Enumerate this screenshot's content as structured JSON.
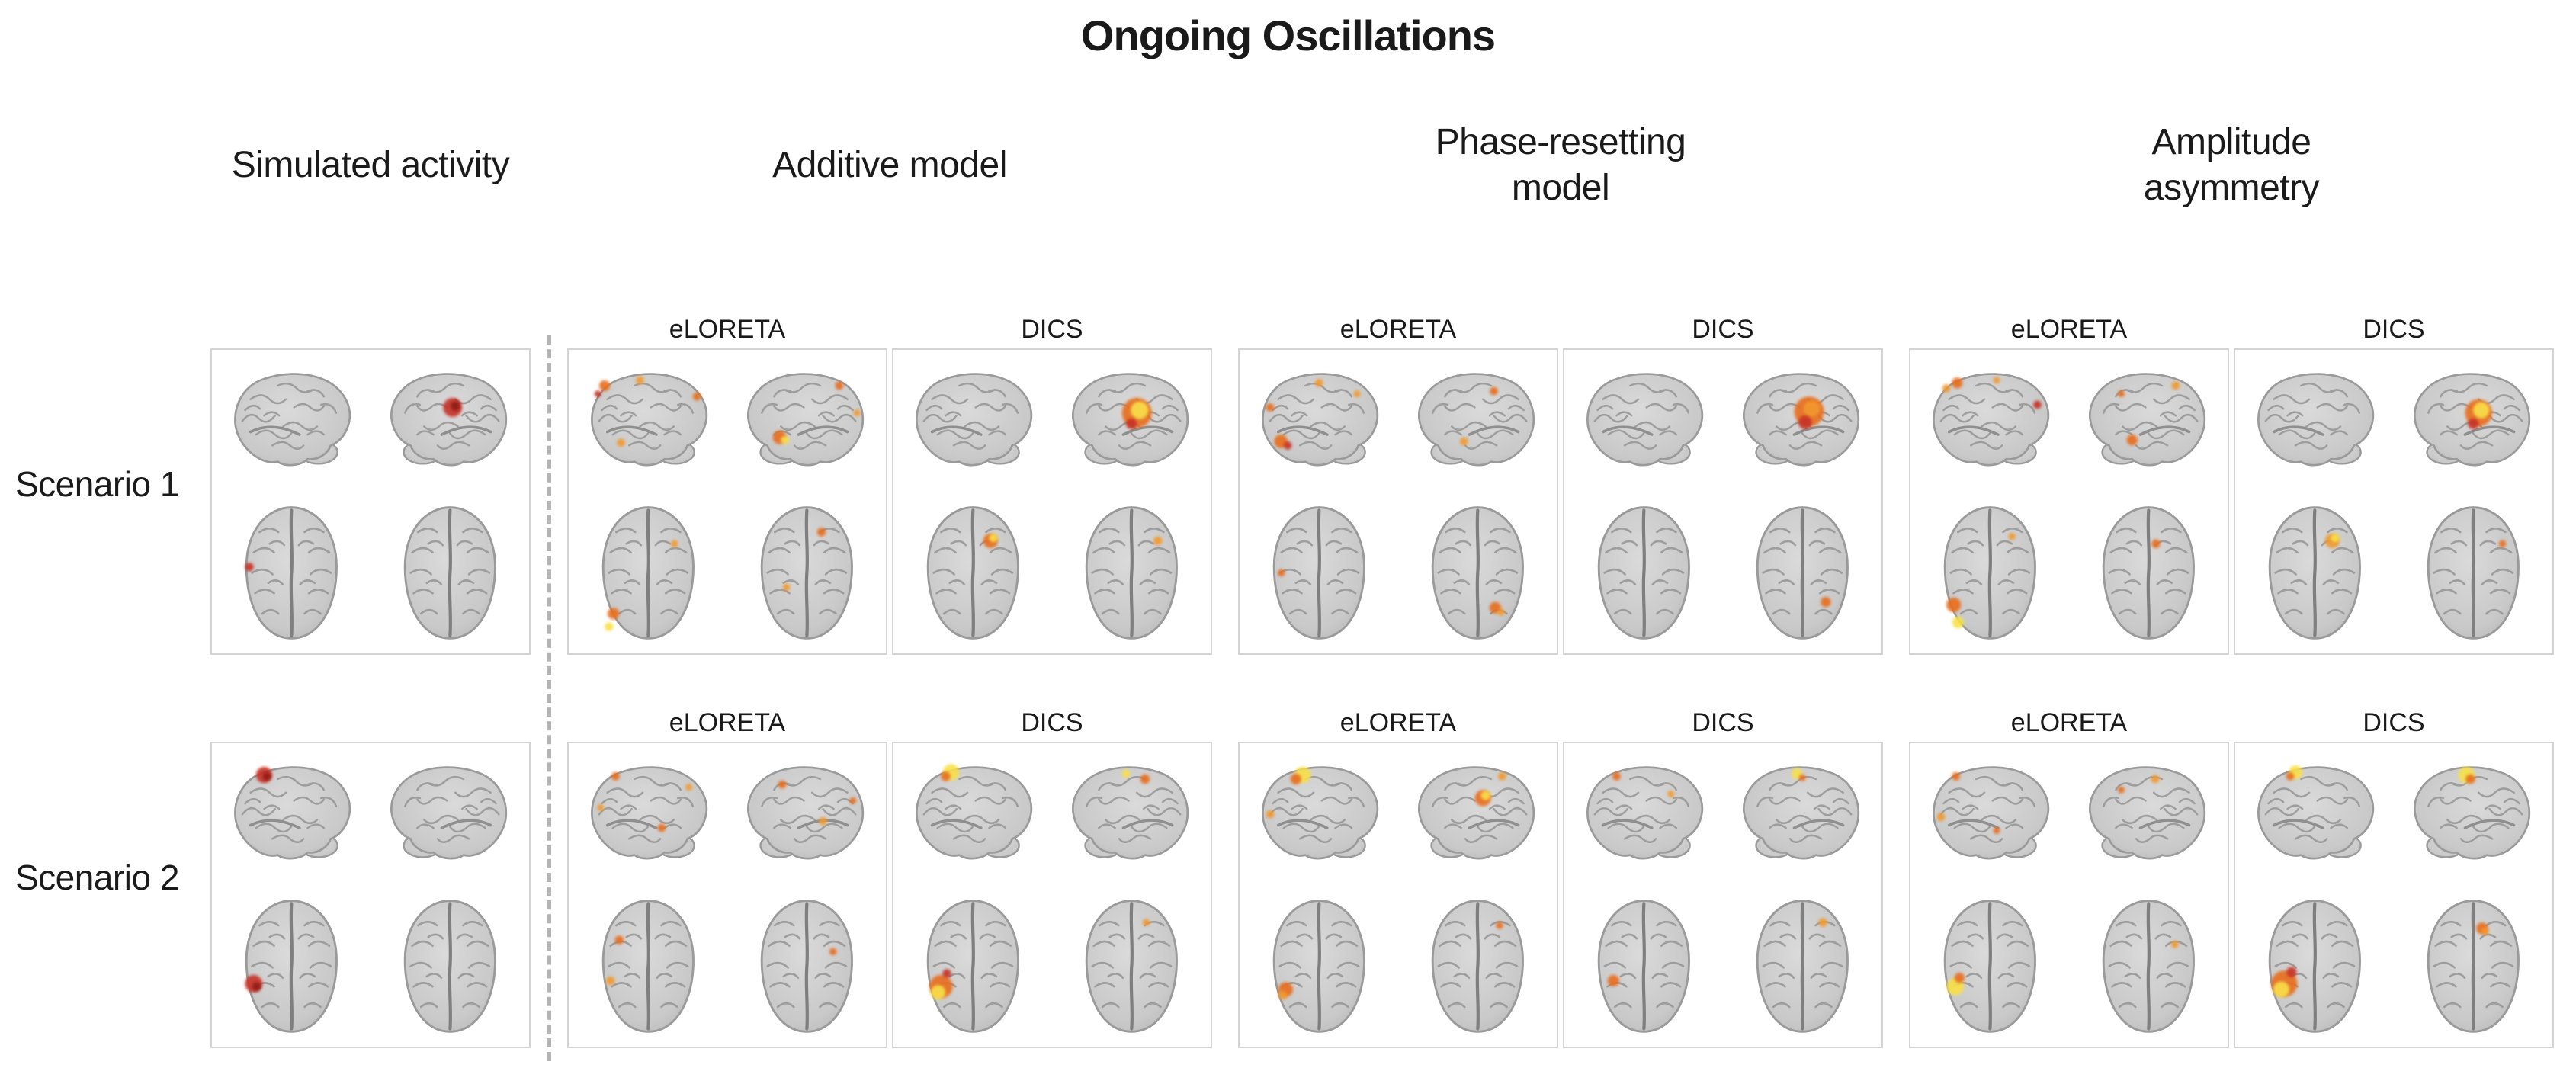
{
  "figure": {
    "title": "Ongoing Oscillations",
    "columns": [
      {
        "id": "simulated",
        "label": "Simulated activity",
        "methods": []
      },
      {
        "id": "additive",
        "label": "Additive model",
        "methods": [
          "eLORETA",
          "DICS"
        ]
      },
      {
        "id": "phase",
        "label": "Phase-resetting model",
        "methods": [
          "eLORETA",
          "DICS"
        ]
      },
      {
        "id": "amplitude",
        "label": "Amplitude asymmetry",
        "methods": [
          "eLORETA",
          "DICS"
        ]
      }
    ],
    "rows": [
      {
        "label": "Scenario 1",
        "panels": [
          {
            "column": "simulated",
            "method": "",
            "hotspots": [
              [
                1,
                52,
                30,
                7,
                "red"
              ],
              [
                1,
                54,
                29,
                3.5,
                "darkred"
              ],
              [
                2,
                11,
                46,
                3,
                "red"
              ]
            ]
          },
          {
            "column": "additive",
            "method": "eLORETA",
            "hotspots": [
              [
                0,
                18,
                14,
                4,
                "orange"
              ],
              [
                0,
                13,
                20,
                2.5,
                "red"
              ],
              [
                0,
                44,
                10,
                3,
                "amber"
              ],
              [
                0,
                86,
                22,
                3,
                "orange"
              ],
              [
                0,
                30,
                56,
                3,
                "amber"
              ],
              [
                1,
                30,
                52,
                5,
                "orange"
              ],
              [
                1,
                34,
                54,
                3,
                "yellow"
              ],
              [
                1,
                74,
                14,
                3,
                "orange"
              ],
              [
                1,
                87,
                34,
                2.5,
                "amber"
              ],
              [
                2,
                16,
                78,
                4,
                "orange"
              ],
              [
                2,
                13,
                87,
                3,
                "yellow"
              ],
              [
                2,
                58,
                30,
                2.5,
                "amber"
              ],
              [
                3,
                50,
                22,
                3,
                "orange"
              ],
              [
                3,
                26,
                60,
                2.5,
                "amber"
              ]
            ]
          },
          {
            "column": "additive",
            "method": "DICS",
            "hotspots": [
              [
                1,
                54,
                34,
                11,
                "orange"
              ],
              [
                1,
                56,
                32,
                6.5,
                "yellow"
              ],
              [
                1,
                50,
                42,
                4,
                "red"
              ],
              [
                2,
                52,
                28,
                5,
                "orange"
              ],
              [
                2,
                54,
                26,
                3,
                "yellow"
              ],
              [
                3,
                58,
                28,
                3,
                "amber"
              ]
            ]
          },
          {
            "column": "phase",
            "method": "eLORETA",
            "hotspots": [
              [
                0,
                22,
                55,
                5,
                "orange"
              ],
              [
                0,
                27,
                58,
                3,
                "red"
              ],
              [
                0,
                14,
                30,
                3,
                "orange"
              ],
              [
                0,
                50,
                12,
                3,
                "amber"
              ],
              [
                0,
                78,
                20,
                2.5,
                "amber"
              ],
              [
                1,
                62,
                18,
                3,
                "orange"
              ],
              [
                1,
                40,
                55,
                3,
                "amber"
              ],
              [
                2,
                14,
                50,
                2.5,
                "orange"
              ],
              [
                3,
                52,
                74,
                4,
                "orange"
              ],
              [
                3,
                56,
                77,
                2.5,
                "amber"
              ]
            ]
          },
          {
            "column": "phase",
            "method": "DICS",
            "hotspots": [
              [
                1,
                55,
                33,
                11,
                "orange"
              ],
              [
                1,
                57,
                31,
                6,
                "amber"
              ],
              [
                1,
                52,
                41,
                5,
                "red"
              ],
              [
                3,
                56,
                70,
                3.5,
                "orange"
              ]
            ]
          },
          {
            "column": "amplitude",
            "method": "eLORETA",
            "hotspots": [
              [
                0,
                26,
                12,
                4,
                "orange"
              ],
              [
                0,
                18,
                16,
                3,
                "amber"
              ],
              [
                0,
                85,
                28,
                3,
                "red"
              ],
              [
                0,
                55,
                10,
                2.5,
                "amber"
              ],
              [
                1,
                38,
                54,
                4,
                "orange"
              ],
              [
                1,
                70,
                14,
                3,
                "amber"
              ],
              [
                1,
                30,
                20,
                2.5,
                "orange"
              ],
              [
                2,
                15,
                72,
                5,
                "orange"
              ],
              [
                2,
                18,
                84,
                4,
                "yellow"
              ],
              [
                2,
                55,
                25,
                2.5,
                "amber"
              ],
              [
                3,
                45,
                30,
                3,
                "orange"
              ]
            ]
          },
          {
            "column": "amplitude",
            "method": "DICS",
            "hotspots": [
              [
                1,
                54,
                34,
                10,
                "orange"
              ],
              [
                1,
                56,
                32,
                6,
                "yellow"
              ],
              [
                1,
                50,
                42,
                4,
                "red"
              ],
              [
                2,
                52,
                28,
                5,
                "amber"
              ],
              [
                2,
                54,
                26,
                3,
                "yellow"
              ],
              [
                3,
                60,
                30,
                2.5,
                "orange"
              ]
            ]
          }
        ]
      },
      {
        "label": "Scenario 2",
        "panels": [
          {
            "column": "simulated",
            "method": "",
            "hotspots": [
              [
                0,
                30,
                11,
                6,
                "red"
              ],
              [
                0,
                32,
                12,
                3,
                "darkred"
              ],
              [
                2,
                14,
                62,
                6,
                "red"
              ],
              [
                2,
                16,
                64,
                3,
                "darkred"
              ]
            ]
          },
          {
            "column": "additive",
            "method": "eLORETA",
            "hotspots": [
              [
                0,
                26,
                12,
                3,
                "orange"
              ],
              [
                0,
                15,
                35,
                2.5,
                "amber"
              ],
              [
                0,
                60,
                50,
                3,
                "orange"
              ],
              [
                0,
                80,
                20,
                2.5,
                "amber"
              ],
              [
                1,
                32,
                18,
                3,
                "orange"
              ],
              [
                1,
                62,
                45,
                3,
                "amber"
              ],
              [
                1,
                84,
                30,
                2.5,
                "orange"
              ],
              [
                2,
                20,
                32,
                3,
                "orange"
              ],
              [
                2,
                14,
                60,
                3,
                "amber"
              ],
              [
                3,
                58,
                40,
                2.5,
                "orange"
              ]
            ]
          },
          {
            "column": "additive",
            "method": "DICS",
            "hotspots": [
              [
                0,
                34,
                9,
                6,
                "yellow"
              ],
              [
                0,
                30,
                12,
                3.5,
                "orange"
              ],
              [
                1,
                60,
                14,
                3.5,
                "orange"
              ],
              [
                1,
                46,
                10,
                3,
                "yellow"
              ],
              [
                2,
                18,
                64,
                8,
                "orange"
              ],
              [
                2,
                16,
                68,
                5,
                "yellow"
              ],
              [
                2,
                22,
                55,
                3,
                "red"
              ],
              [
                3,
                50,
                20,
                2.5,
                "amber"
              ]
            ]
          },
          {
            "column": "phase",
            "method": "eLORETA",
            "hotspots": [
              [
                0,
                38,
                11,
                6,
                "yellow"
              ],
              [
                0,
                33,
                14,
                4,
                "orange"
              ],
              [
                0,
                14,
                40,
                3,
                "amber"
              ],
              [
                1,
                54,
                28,
                6,
                "orange"
              ],
              [
                1,
                56,
                26,
                3.5,
                "yellow"
              ],
              [
                1,
                68,
                12,
                3,
                "amber"
              ],
              [
                2,
                17,
                66,
                5,
                "orange"
              ],
              [
                2,
                15,
                70,
                3,
                "amber"
              ],
              [
                3,
                55,
                22,
                2.5,
                "orange"
              ]
            ]
          },
          {
            "column": "phase",
            "method": "DICS",
            "hotspots": [
              [
                0,
                30,
                12,
                3,
                "orange"
              ],
              [
                0,
                70,
                25,
                2.5,
                "amber"
              ],
              [
                1,
                46,
                10,
                4,
                "yellow"
              ],
              [
                1,
                50,
                13,
                2.5,
                "orange"
              ],
              [
                2,
                19,
                60,
                4,
                "orange"
              ],
              [
                3,
                54,
                20,
                3,
                "amber"
              ]
            ]
          },
          {
            "column": "amplitude",
            "method": "eLORETA",
            "hotspots": [
              [
                0,
                25,
                12,
                3,
                "orange"
              ],
              [
                0,
                14,
                42,
                3,
                "amber"
              ],
              [
                0,
                55,
                52,
                2.5,
                "orange"
              ],
              [
                1,
                55,
                14,
                3,
                "amber"
              ],
              [
                1,
                30,
                22,
                2.5,
                "orange"
              ],
              [
                2,
                16,
                64,
                6,
                "yellow"
              ],
              [
                2,
                19,
                58,
                3.5,
                "orange"
              ],
              [
                3,
                58,
                35,
                2.5,
                "amber"
              ]
            ]
          },
          {
            "column": "amplitude",
            "method": "DICS",
            "hotspots": [
              [
                0,
                36,
                9,
                5,
                "yellow"
              ],
              [
                0,
                32,
                12,
                3,
                "orange"
              ],
              [
                1,
                45,
                11,
                6,
                "yellow"
              ],
              [
                1,
                48,
                14,
                3.5,
                "orange"
              ],
              [
                2,
                19,
                62,
                9,
                "orange"
              ],
              [
                2,
                17,
                66,
                5.5,
                "yellow"
              ],
              [
                2,
                24,
                54,
                3.5,
                "red"
              ],
              [
                3,
                46,
                24,
                4,
                "orange"
              ],
              [
                3,
                48,
                26,
                2.5,
                "amber"
              ]
            ]
          }
        ]
      }
    ]
  },
  "views": [
    "lateral-left",
    "lateral-right",
    "axial-left",
    "axial-right"
  ],
  "colors": {
    "red": "#c63327",
    "darkred": "#8f1d12",
    "orange": "#e86d1f",
    "amber": "#f2992e",
    "yellow": "#f8e04a",
    "brain_fill": "#c9c9c9",
    "brain_edge": "#9a9a9a",
    "panel_border": "#d4d4d4",
    "divider": "#b4b4b4",
    "text": "#1a1a1a"
  }
}
